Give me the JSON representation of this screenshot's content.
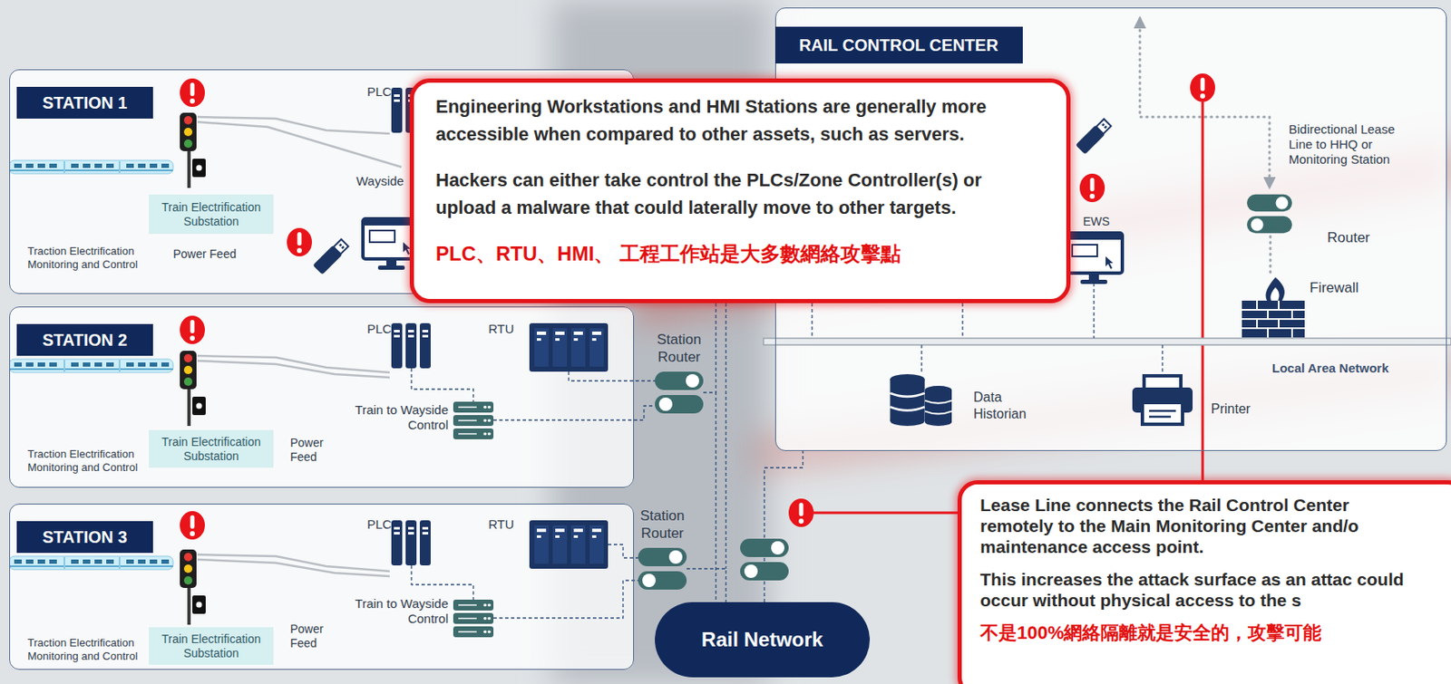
{
  "diagram": {
    "nodes": [
      {
        "text": [
          "STATION 1"
        ]
      },
      {
        "text": [
          "Train Electrification Substation"
        ],
        "in": 0
      },
      {
        "text": [
          "STATION 2"
        ]
      },
      {
        "text": [
          "Train Electrification Substation"
        ],
        "in": 2
      },
      {
        "text": [
          "Station Router"
        ]
      },
      {
        "text": [
          "STATION 3"
        ]
      },
      {
        "text": [
          "Train Electrification Substation"
        ],
        "in": 5
      },
      {
        "text": [
          "Station Router"
        ]
      },
      {
        "text": [
          "Rail Network"
        ]
      },
      {
        "text": [
          "RAIL CONTROL CENTER"
        ]
      },
      {
        "text": [
          "Router"
        ],
        "in": 9
      },
      {
        "text": [
          "Firewall"
        ],
        "in": 9
      },
      {
        "text": [
          "Engineering Workstations and HMI Stations are generally more accessible when compared to other assets, such as servers.",
          "Hackers can either take control the PLCs/Zone Controller(s) or upload a malware that could laterally move to other targets.",
          "PLC、RTU、HMI、 工程工作站是大多數網絡攻擊點"
        ]
      },
      {
        "text": [
          "Lease Line connects the Rail Control Center remotely to the Main Monitoring Center and/o maintenance access point.",
          "This increases the attack surface as an attac could occur without physical access to the s",
          "不是100%網絡隔離就是安全的，攻擊可能"
        ]
      }
    ],
    "edges": [
      {
        "from": 4,
        "to": 8,
        "arrow": "none"
      },
      {
        "from": 7,
        "to": 8,
        "arrow": "none"
      },
      {
        "from": 8,
        "to": 9,
        "arrow": "none"
      },
      {
        "from": 10,
        "to": 11,
        "arrow": "none"
      }
    ],
    "labels": [
      "PLC",
      "Wayside",
      "Power Feed",
      "Traction Electrification Monitoring and Control",
      "PLC",
      "RTU",
      "Train to Wayside Control",
      "Power Feed",
      "Traction Electrification Monitoring and Control",
      "PLC",
      "RTU",
      "Train to Wayside Control",
      "Power Feed",
      "Traction Electrification Monitoring and Control",
      "Bidirectional Lease Line to HHQ or Monitoring Station",
      "EWS",
      "Local Area Network",
      "Data Historian",
      "Printer"
    ]
  }
}
